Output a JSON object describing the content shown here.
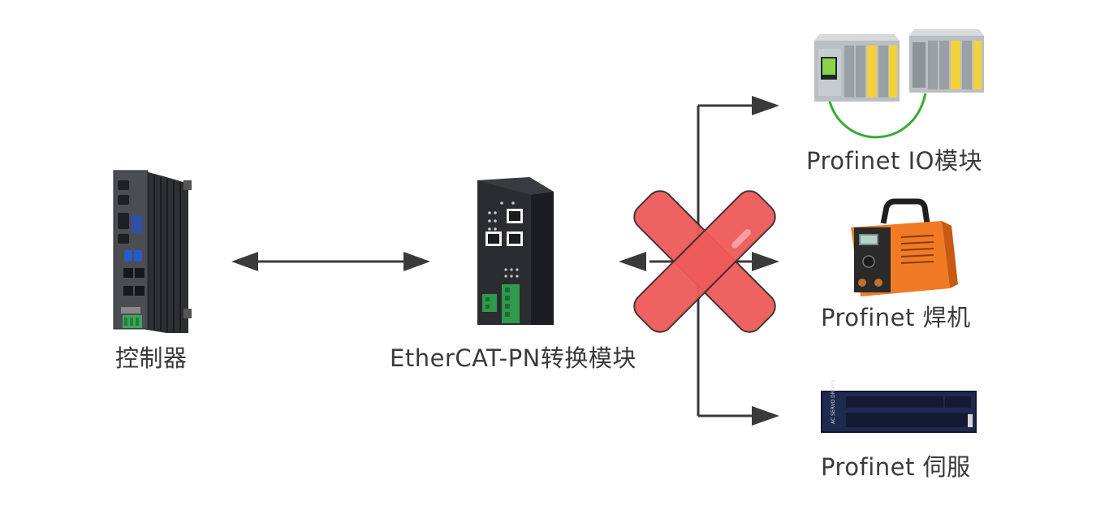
{
  "labels": {
    "controller": "控制器",
    "gateway": "EtherCAT-PN转换模块",
    "io_module": "Profinet IO模块",
    "welder": "Profinet 焊机",
    "servo": "Profinet 伺服"
  },
  "servo_panel_text": "AC SERVO DRIVES",
  "colors": {
    "arrow": "#3a3a3a",
    "cross_fill": "#ef5a5a",
    "welder_orange": "#f07b24",
    "plc_yellow": "#f1d23a",
    "cable_green": "#3aaa35"
  },
  "icons": {
    "controller": "industrial-pc-icon",
    "gateway": "gateway-module-icon",
    "io_module": "plc-io-icon",
    "welder": "welding-machine-icon",
    "servo": "servo-drive-icon",
    "blocked": "red-cross-icon"
  }
}
